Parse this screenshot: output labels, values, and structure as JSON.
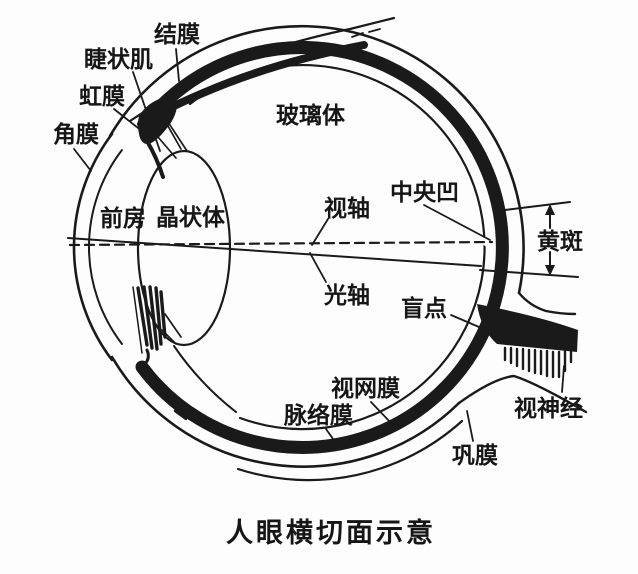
{
  "figure": {
    "caption": "人眼横切面示意",
    "ink_color": "#1a1a1a",
    "background_color": "#fdfdfd",
    "labels": {
      "conjunctiva": "结膜",
      "ciliary_muscle": "睫状肌",
      "iris": "虹膜",
      "cornea": "角膜",
      "anterior_chamber": "前房",
      "lens": "晶状体",
      "vitreous_body": "玻璃体",
      "visual_axis": "视轴",
      "fovea": "中央凹",
      "macula": "黄斑",
      "optical_axis": "光轴",
      "blind_spot": "盲点",
      "retina": "视网膜",
      "choroid": "脉络膜",
      "sclera": "巩膜",
      "optic_nerve": "视神经"
    }
  }
}
